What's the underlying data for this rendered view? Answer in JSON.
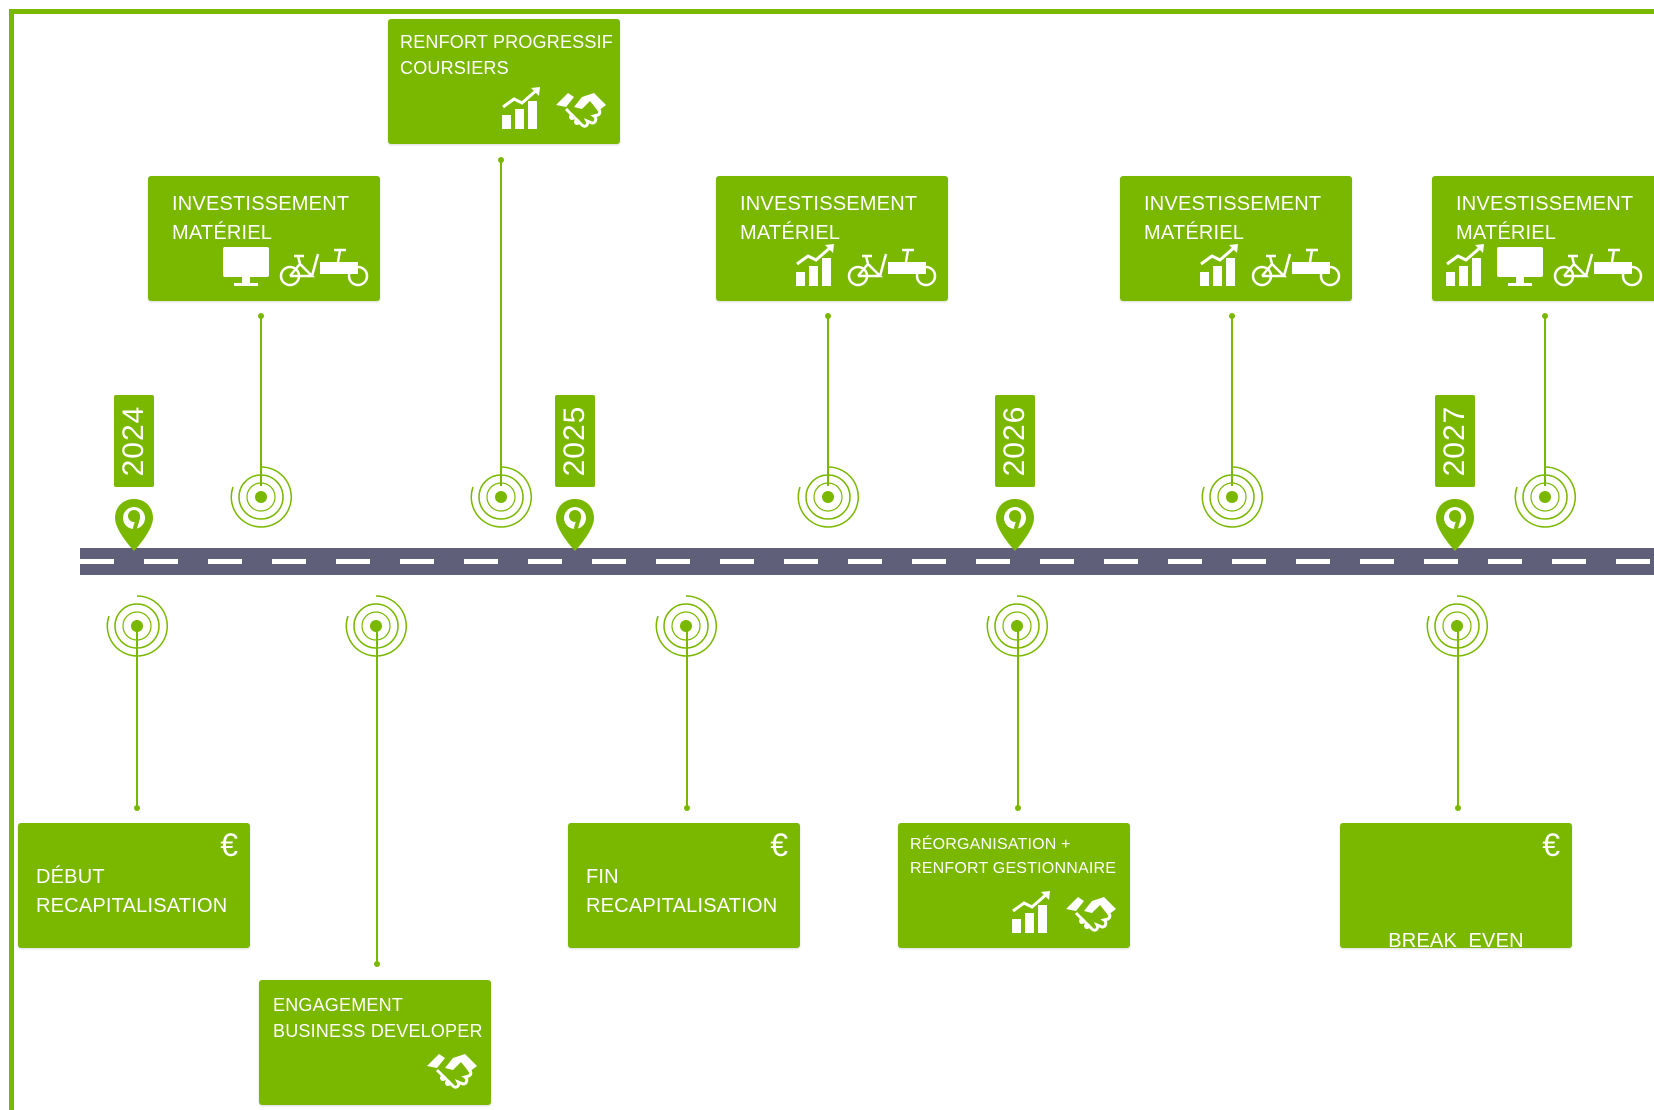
{
  "colors": {
    "accent": "#7ab800",
    "road": "#5f5f7a",
    "white": "#ffffff"
  },
  "years": [
    "2024",
    "2025",
    "2026",
    "2027"
  ],
  "milestones_above": [
    {
      "title_lines": [
        "INVESTISSEMENT",
        "MATÉRIEL"
      ],
      "icons": [
        "monitor-icon",
        "cargo-bike-icon"
      ]
    },
    {
      "title_lines": [
        "RENFORT PROGRESSIF",
        "COURSIERS"
      ],
      "icons": [
        "growth-chart-icon",
        "handshake-icon"
      ]
    },
    {
      "title_lines": [
        "INVESTISSEMENT",
        "MATÉRIEL"
      ],
      "icons": [
        "growth-chart-icon",
        "cargo-bike-icon"
      ]
    },
    {
      "title_lines": [
        "INVESTISSEMENT",
        "MATÉRIEL"
      ],
      "icons": [
        "growth-chart-icon",
        "cargo-bike-icon"
      ]
    },
    {
      "title_lines": [
        "INVESTISSEMENT",
        "MATÉRIEL"
      ],
      "icons": [
        "growth-chart-icon",
        "monitor-icon",
        "cargo-bike-icon"
      ]
    }
  ],
  "milestones_below": [
    {
      "title_lines": [
        "DÉBUT",
        "RECAPITALISATION"
      ],
      "icons": [
        "euro-icon"
      ]
    },
    {
      "title_lines": [
        "ENGAGEMENT",
        "BUSINESS DEVELOPER"
      ],
      "icons": [
        "handshake-icon"
      ]
    },
    {
      "title_lines": [
        "FIN",
        "RECAPITALISATION"
      ],
      "icons": [
        "euro-icon"
      ]
    },
    {
      "title_lines": [
        "RÉORGANISATION +",
        "RENFORT GESTIONNAIRE"
      ],
      "icons": [
        "growth-chart-icon",
        "handshake-icon"
      ]
    },
    {
      "title_lines": [
        "BREAK  EVEN"
      ],
      "icons": [
        "euro-icon"
      ]
    }
  ],
  "euro_symbol": "€"
}
